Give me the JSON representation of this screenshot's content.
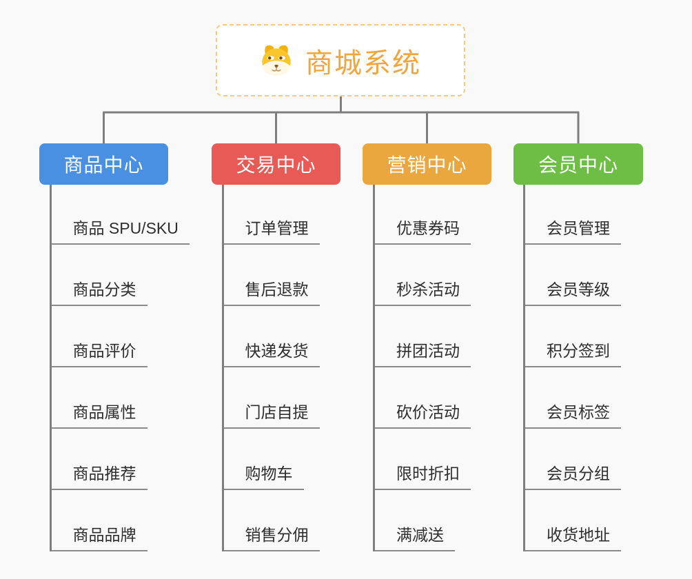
{
  "root": {
    "title": "商城系统",
    "icon": "dog-face-icon",
    "title_color": "#f0a63c",
    "border_color": "#f4ca82"
  },
  "connector_color": "#7e7e7e",
  "underline_color": "#8a8a8a",
  "background_color": "#f9f9f9",
  "branches": [
    {
      "label": "商品中心",
      "color": "#4a90e2",
      "items": [
        "商品 SPU/SKU",
        "商品分类",
        "商品评价",
        "商品属性",
        "商品推荐",
        "商品品牌"
      ]
    },
    {
      "label": "交易中心",
      "color": "#e85a55",
      "items": [
        "订单管理",
        "售后退款",
        "快递发货",
        "门店自提",
        "购物车",
        "销售分佣"
      ]
    },
    {
      "label": "营销中心",
      "color": "#eaa73d",
      "items": [
        "优惠券码",
        "秒杀活动",
        "拼团活动",
        "砍价活动",
        "限时折扣",
        "满减送"
      ]
    },
    {
      "label": "会员中心",
      "color": "#6ebe45",
      "items": [
        "会员管理",
        "会员等级",
        "积分签到",
        "会员标签",
        "会员分组",
        "收货地址"
      ]
    }
  ]
}
